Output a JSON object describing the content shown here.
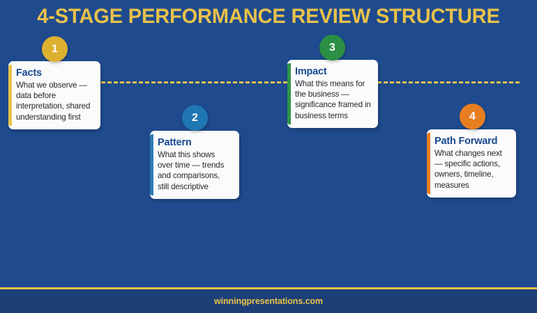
{
  "slide": {
    "title": "4-Stage Performance Review Structure",
    "background_color": "#1f4b8e",
    "accent_color": "#e8c14a"
  },
  "connector": {
    "style": "dashed",
    "color": "#e8c14a"
  },
  "cards": [
    {
      "number": "1",
      "title": "Facts",
      "body": "What we observe — data before interpretation, shared understanding first",
      "accent_color": "#e8c14a",
      "badge_color": "#dcb130"
    },
    {
      "number": "2",
      "title": "Pattern",
      "body": "What this shows over time — trends and comparisons, still descriptive",
      "accent_color": "#2d7ab8",
      "badge_color": "#2077b4"
    },
    {
      "number": "3",
      "title": "Impact",
      "body": "What this means for the business — significance framed in business terms",
      "accent_color": "#2d9448",
      "badge_color": "#2a8f44"
    },
    {
      "number": "4",
      "title": "Path Forward",
      "body": "What changes next — specific actions, owners, timeline, measures",
      "accent_color": "#e87e22",
      "badge_color": "#e87e22"
    }
  ],
  "footer": {
    "text": "winningpresentations.com",
    "text_color": "#e8c14a",
    "divider_color": "#e8c14a"
  }
}
